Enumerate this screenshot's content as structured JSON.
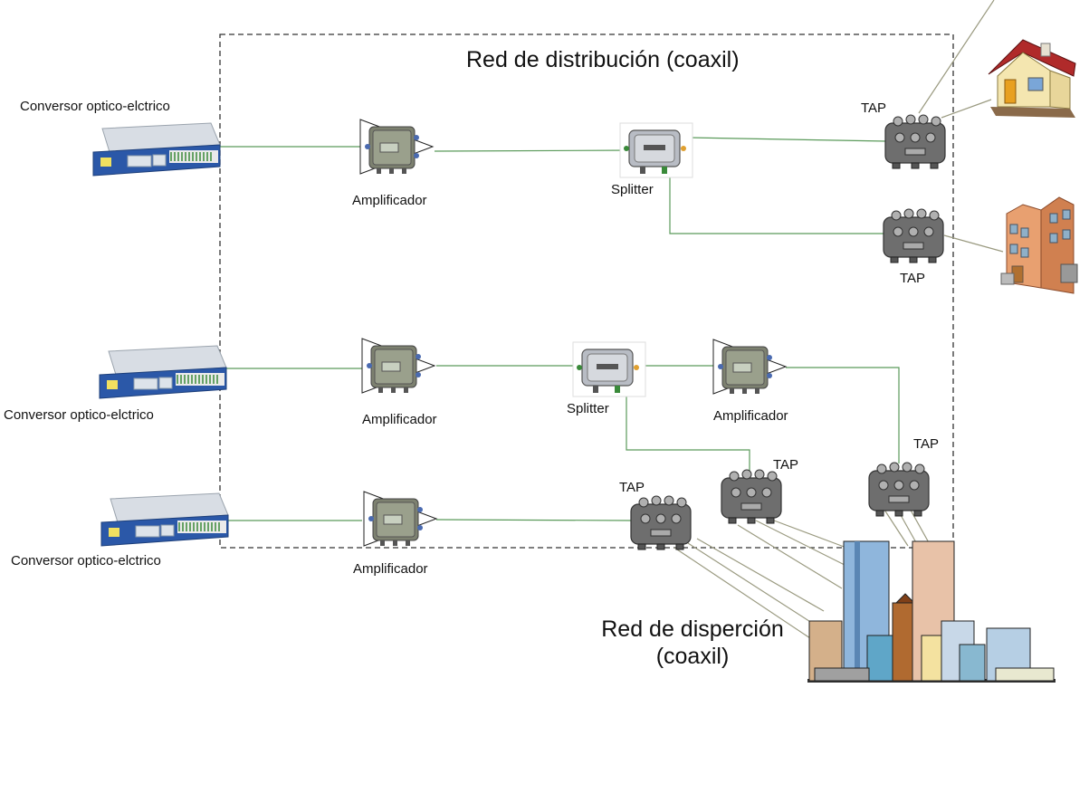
{
  "diagram": {
    "distribution_title": "Red de distribución  (coaxil)",
    "dispersion_title_line1": "Red de disperción",
    "dispersion_title_line2": "(coaxil)",
    "converter_label": "Conversor optico-elctrico",
    "amplifier_label": "Amplificador",
    "splitter_label": "Splitter",
    "tap_label": "TAP"
  },
  "colors": {
    "coax_line": "#5a9a5a",
    "drop_line": "#9a9a80",
    "boundary": "#333333",
    "converter_body": "#2b58a8",
    "device_gray": "#707070"
  },
  "icons": {
    "converter": "rack-converter-icon",
    "amplifier": "amplifier-icon",
    "splitter": "splitter-icon",
    "tap": "tap-icon",
    "house": "house-icon",
    "apartment": "apartment-building-icon",
    "city": "city-skyline-icon"
  }
}
